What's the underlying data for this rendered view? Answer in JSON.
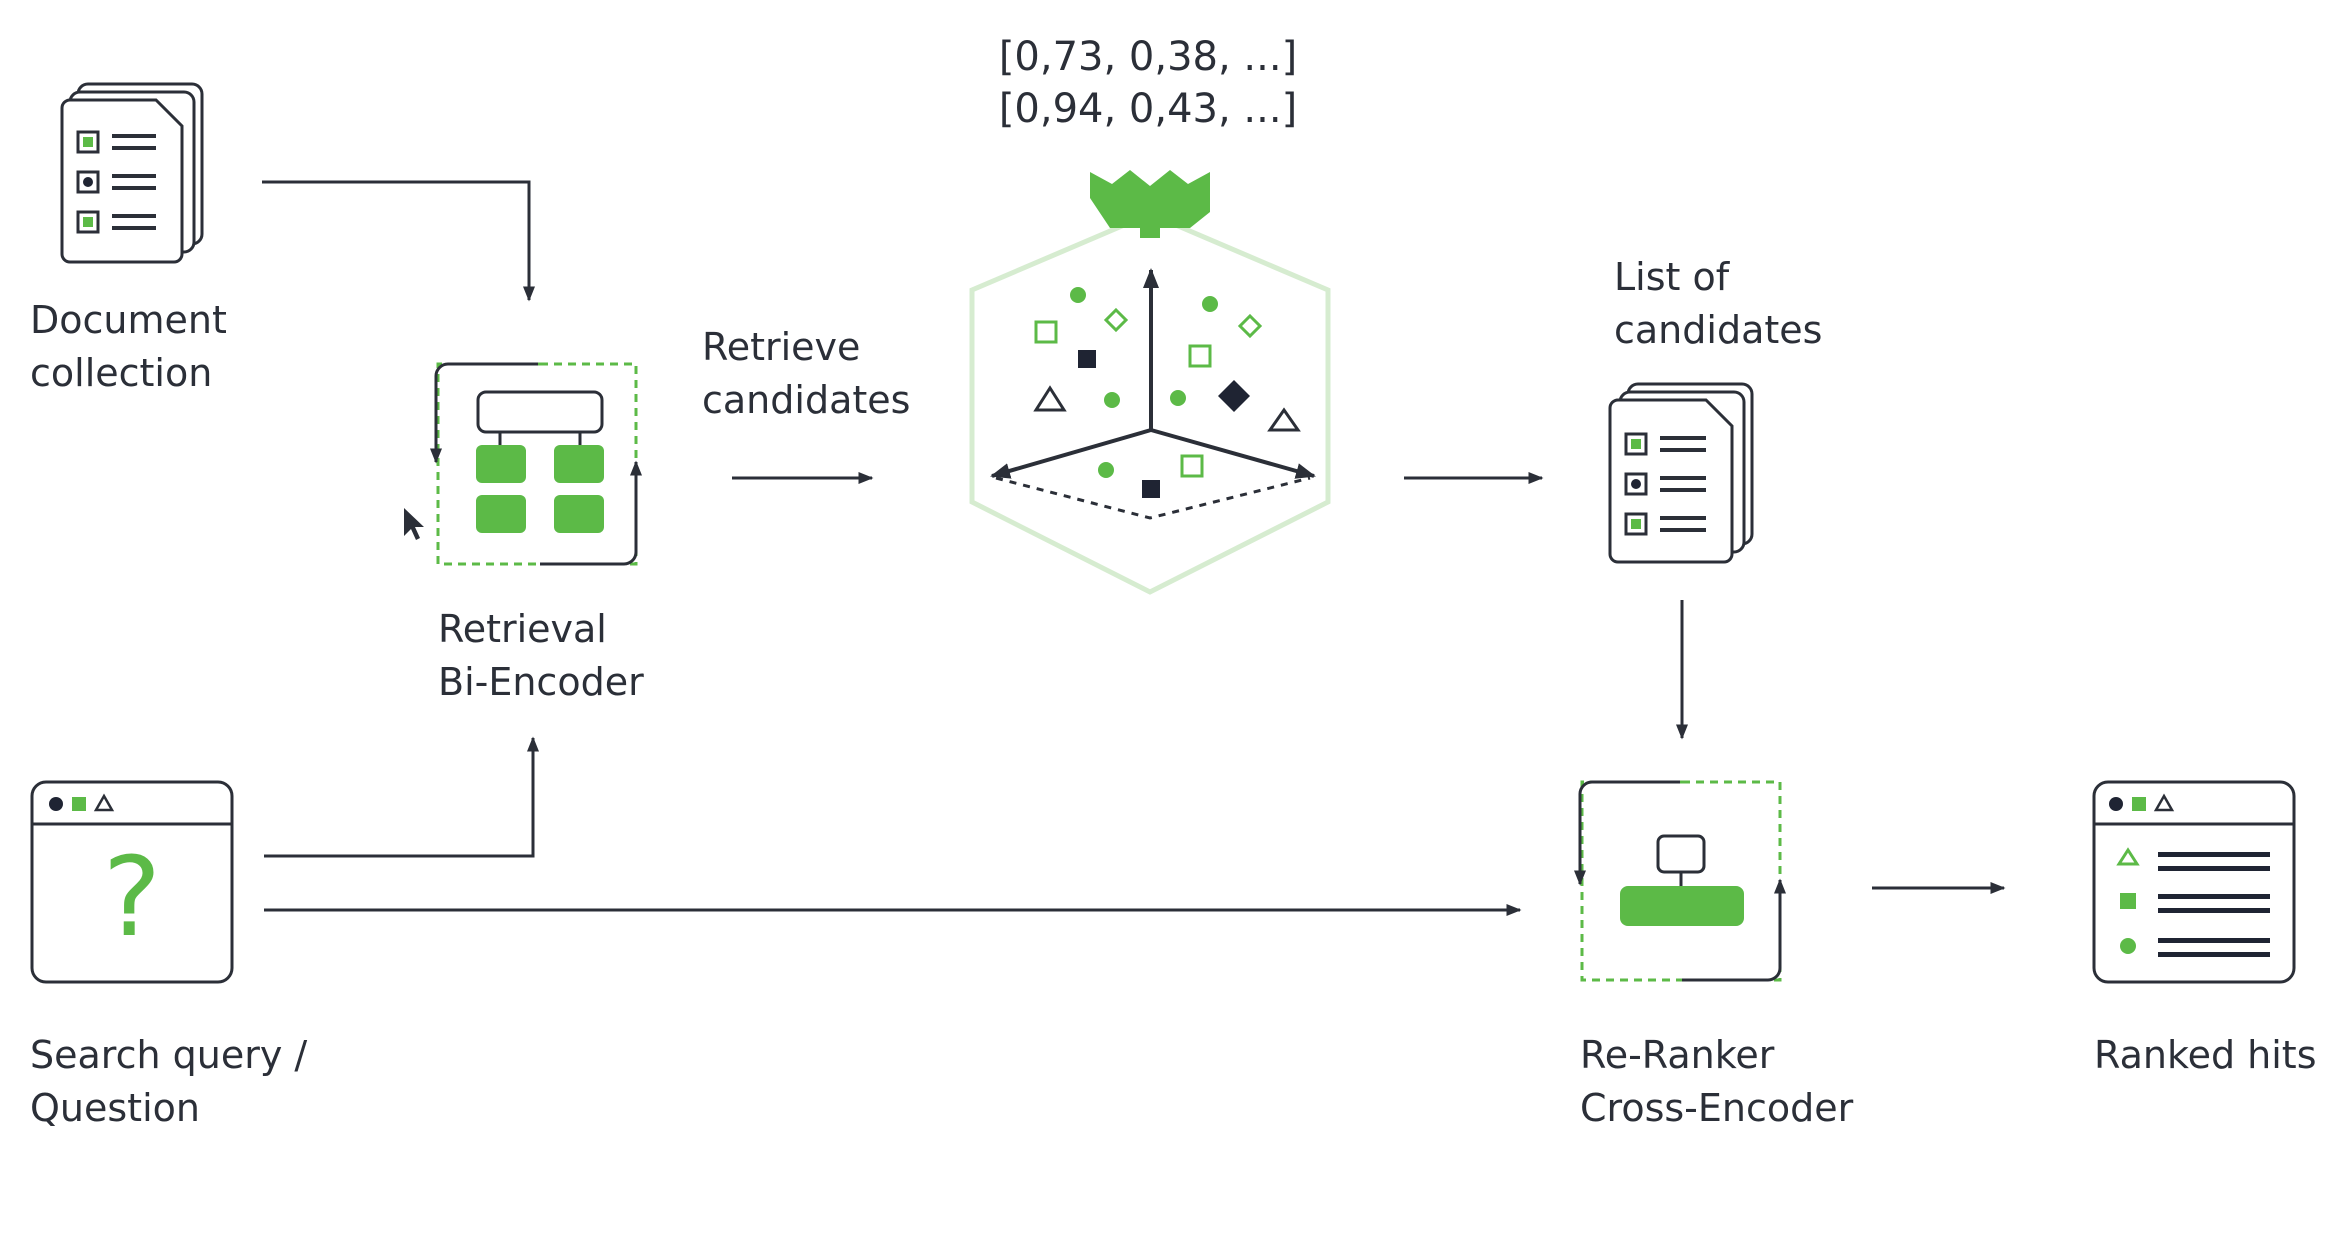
{
  "diagram": {
    "vectors": [
      "[0,73, 0,38, ...]",
      "[0,94, 0,43, ...]"
    ],
    "document_collection": [
      "Document",
      "collection"
    ],
    "retrieval": [
      "Retrieval",
      "Bi-Encoder"
    ],
    "retrieve_candidates": [
      "Retrieve",
      "candidates"
    ],
    "list_of_candidates": [
      "List of",
      "candidates"
    ],
    "search_query": [
      "Search query /",
      "Question"
    ],
    "reranker": [
      "Re-Ranker",
      "Cross-Encoder"
    ],
    "ranked_hits": "Ranked hits",
    "query_symbol": "?"
  },
  "colors": {
    "green": "#5cba47",
    "dark": "#1f2433",
    "line": "#2b2f38",
    "hex_outline": "#d6ecd0"
  },
  "icons": [
    "document-stack-icon",
    "encoder-icon",
    "vector-database-icon",
    "browser-window-icon",
    "ranked-list-icon",
    "cursor-icon"
  ]
}
